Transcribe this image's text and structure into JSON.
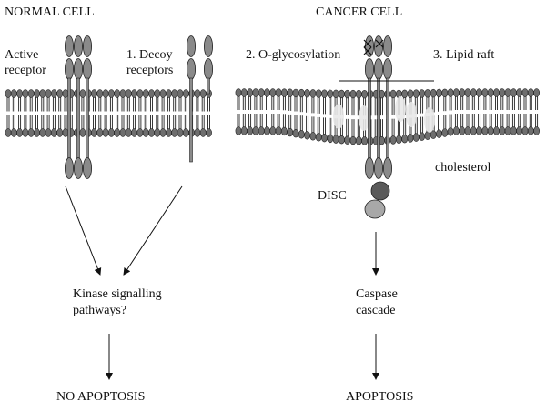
{
  "normal": {
    "title": "NORMAL CELL",
    "active_receptor_line1": "Active",
    "active_receptor_line2": "receptor",
    "decoy_line1": "1. Decoy",
    "decoy_line2": "receptors",
    "kinase_line1": "Kinase signalling",
    "kinase_line2": "pathways?",
    "outcome": "NO APOPTOSIS"
  },
  "cancer": {
    "title": "CANCER CELL",
    "glyco_label": "2. O-glycosylation",
    "raft_label": "3. Lipid raft",
    "cholesterol_label": "cholesterol",
    "disc_label": "DISC",
    "caspase_line1": "Caspase",
    "caspase_line2": "cascade",
    "outcome": "APOPTOSIS"
  },
  "colors": {
    "membrane_head": "#6e6e6e",
    "receptor_fill": "#8a8a8a",
    "disc_dark": "#5a5a5a",
    "disc_light": "#a8a8a8",
    "cholesterol": "#e8e8e8"
  }
}
